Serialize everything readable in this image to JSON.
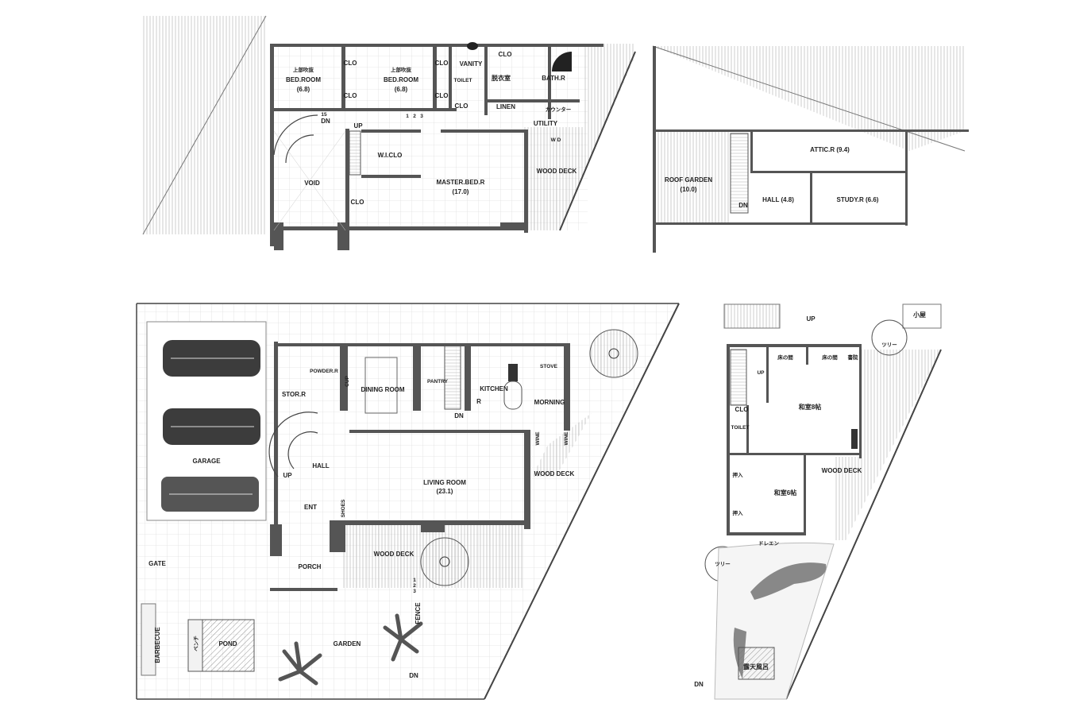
{
  "second_floor": {
    "rooms": [
      {
        "id": "bedroom-1",
        "lines": [
          "上部吹抜",
          "BED.ROOM",
          "(6.8)"
        ]
      },
      {
        "id": "bedroom-2",
        "lines": [
          "上部吹抜",
          "BED.ROOM",
          "(6.8)"
        ]
      },
      {
        "id": "master-bed",
        "lines": [
          "MASTER.BED.R",
          "(17.0)"
        ]
      }
    ],
    "labels": {
      "clo_1": "CLO",
      "clo_2": "CLO",
      "clo_3": "CLO",
      "clo_4": "CLO",
      "clo_5": "CLO",
      "clo_6": "CLO",
      "clo_7": "CLO",
      "vanity": "VANITY",
      "toilet": "TOILET",
      "dressing": "脱衣室",
      "bath": "BATH.R",
      "linen": "LINEN",
      "counter": "カウンター",
      "utility": "UTILITY",
      "wd": "W D",
      "wiclo": "W.I.CLO",
      "void": "VOID",
      "wood_deck": "WOOD DECK",
      "up": "UP",
      "dn": "DN",
      "step_15": "15",
      "steps": [
        "1",
        "2",
        "3"
      ]
    }
  },
  "attic_floor": {
    "labels": {
      "attic": "ATTIC.R (9.4)",
      "roof_garden": "ROOF GARDEN",
      "roof_garden_area": "(10.0)",
      "hall": "HALL (4.8)",
      "study": "STUDY.R (6.6)",
      "dn": "DN"
    }
  },
  "ground_floor": {
    "labels": {
      "garage": "GARAGE",
      "stor": "STOR.R",
      "powder": "POWDER.R",
      "cup": "CUP",
      "dining": "DINING ROOM",
      "pantry": "PANTRY",
      "kitchen": "KITCHEN",
      "stove": "STOVE",
      "morning": "MORNING",
      "r": "R",
      "hall": "HALL",
      "living": "LIVING ROOM",
      "living_area": "(23.1)",
      "wood_deck_1": "WOOD DECK",
      "ent": "ENT",
      "shoes": "SHOES",
      "porch": "PORCH",
      "wood_deck_2": "WOOD DECK",
      "gate": "GATE",
      "barbecue": "BARBECUE",
      "bench": "ベンチ",
      "pond": "POND",
      "garden": "GARDEN",
      "fence": "FENCE",
      "dn_1": "DN",
      "dn_2": "DN",
      "up": "UP",
      "wine_1": "WINE",
      "wine_2": "WINE",
      "steps": [
        "1",
        "2",
        "3"
      ]
    }
  },
  "annex": {
    "labels": {
      "up_1": "UP",
      "up_2": "UP",
      "hut": "小屋",
      "tokonoma_1": "床の間",
      "tokonoma_2": "床の間",
      "shoin": "書院",
      "washitsu_8": "和室8帖",
      "clo": "CLO",
      "toilet": "TOILET",
      "wood_deck": "WOOD DECK",
      "washitsu_6": "和室6帖",
      "oshiire_1": "押入",
      "oshiire_2": "押入",
      "drain": "ドレエン",
      "tree_1": "ツリー",
      "tree_2": "ツリー",
      "rotenburo": "露天風呂",
      "dn": "DN"
    }
  }
}
